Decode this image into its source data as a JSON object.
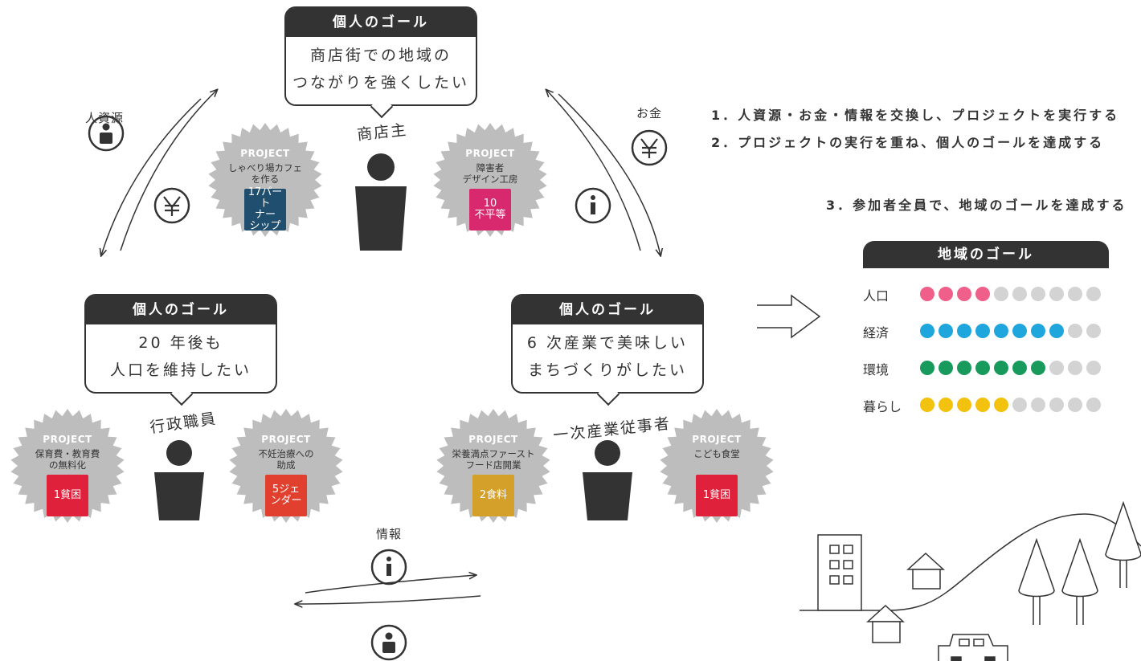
{
  "center": {
    "goal_header": "個人のゴール",
    "goal_line1": "商店街での地域の",
    "goal_line2": "つながりを強くしたい",
    "person": "商店主",
    "projects": [
      {
        "title": "PROJECT",
        "name": "しゃべり場カフェ\nを作る",
        "sdg": "17パート\nナー\nシップ",
        "sdg_color": "#1f4e6e"
      },
      {
        "title": "PROJECT",
        "name": "障害者\nデザイン工房",
        "sdg": "10\n不平等",
        "sdg_color": "#d8286e"
      }
    ]
  },
  "left": {
    "goal_header": "個人のゴール",
    "goal_line1": "20 年後も",
    "goal_line2": "人口を維持したい",
    "person": "行政職員",
    "projects": [
      {
        "title": "PROJECT",
        "name": "保育費・教育費\nの無料化",
        "sdg": "1貧困",
        "sdg_color": "#e0213b"
      },
      {
        "title": "PROJECT",
        "name": "不妊治療への\n助成",
        "sdg": "5ジェ\nンダー",
        "sdg_color": "#e2402e"
      }
    ]
  },
  "right": {
    "goal_header": "個人のゴール",
    "goal_line1": "6 次産業で美味しい",
    "goal_line2": "まちづくりがしたい",
    "person": "一次産業従事者",
    "projects": [
      {
        "title": "PROJECT",
        "name": "栄養満点ファースト\nフード店開業",
        "sdg": "2食料",
        "sdg_color": "#d4a02a"
      },
      {
        "title": "PROJECT",
        "name": "こども食堂",
        "sdg": "1貧困",
        "sdg_color": "#e0213b"
      }
    ]
  },
  "resources": {
    "people": "人資源",
    "money": "お金",
    "info": "情報"
  },
  "steps": [
    "1．人資源・お金・情報を交換し、プロジェクトを実行する",
    "2．プロジェクトの実行を重ね、個人のゴールを達成する",
    "3．参加者全員で、地域のゴールを達成する"
  ],
  "regional_goal": {
    "header": "地域のゴール",
    "rows": [
      {
        "label": "人口",
        "filled": 4,
        "total": 10,
        "color": "#ef5f8a"
      },
      {
        "label": "経済",
        "filled": 8,
        "total": 10,
        "color": "#1fa6dc"
      },
      {
        "label": "環境",
        "filled": 7,
        "total": 10,
        "color": "#179a5b"
      },
      {
        "label": "暮らし",
        "filled": 5,
        "total": 10,
        "color": "#f2c20f"
      }
    ],
    "empty_color": "#d3d3d3"
  }
}
